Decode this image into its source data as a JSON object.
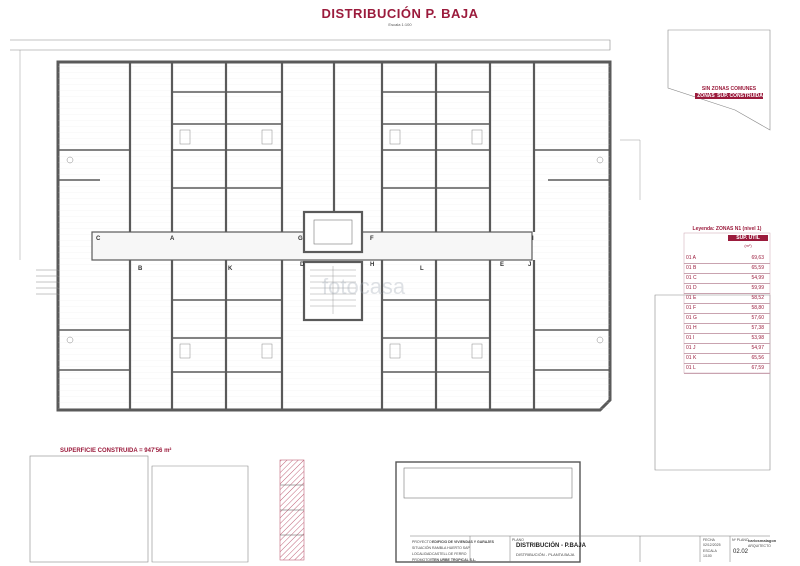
{
  "header": {
    "title": "DISTRIBUCIÓN P. BAJA",
    "scale": "Escala 1:100"
  },
  "zones_common": {
    "title": "SIN ZONAS COMUNES",
    "col_zonas": "ZONAS",
    "col_sup": "SUP. CONSTRUIDA"
  },
  "legend": {
    "title": "Leyenda: ZONAS N1 (nivel 1)",
    "col_sup": "SUP. ÚTIL",
    "col_unit": "(m²)",
    "rows": [
      {
        "code": "01 A",
        "area": "69,63"
      },
      {
        "code": "01 B",
        "area": "65,59"
      },
      {
        "code": "01 C",
        "area": "54,99"
      },
      {
        "code": "01 D",
        "area": "59,99"
      },
      {
        "code": "01 E",
        "area": "58,52"
      },
      {
        "code": "01 F",
        "area": "58,80"
      },
      {
        "code": "01 G",
        "area": "57,60"
      },
      {
        "code": "01 H",
        "area": "57,38"
      },
      {
        "code": "01 I",
        "area": "53,98"
      },
      {
        "code": "01 J",
        "area": "54,97"
      },
      {
        "code": "01 K",
        "area": "65,56"
      },
      {
        "code": "01 L",
        "area": "67,59"
      }
    ]
  },
  "superficie": "SUPERFICIE CONSTRUIDA = 947'56 m²",
  "watermark": "fotocasa",
  "unit_letters": [
    "A",
    "B",
    "C",
    "D",
    "E",
    "F",
    "G",
    "H",
    "I",
    "J",
    "K",
    "L"
  ],
  "title_block": {
    "project_label": "PROYECTO",
    "project": "EDIFICIO DE VIVIENDAS Y GARAJES",
    "location_label": "SITUACIÓN",
    "location": "RAMBLA HUERTO SAP",
    "city_label": "LOCALIDAD",
    "city": "CASTELL DE FERRO",
    "promoter_label": "PROMOTOR",
    "promoter": "TEN URBE TROPICAL S.L.",
    "plan_label": "PLANO",
    "plan_title": "DISTRIBUCIÓN - P.BAJA",
    "plan_sub": "DISTRIBUCIÓN - PLANTA BAJA",
    "date_label": "FECHA",
    "date": "02/12/2025",
    "scale_label": "ESCALA",
    "scale": "1/100",
    "sheet_label": "Nº PLANO",
    "sheet": "02.02",
    "author": "carlosmalagon",
    "author_sub": "ARQUITECTO"
  },
  "colors": {
    "accent": "#9b1b3c",
    "wall": "#5a5a5a",
    "line": "#9a9a9a",
    "hatch": "#c0647a"
  }
}
